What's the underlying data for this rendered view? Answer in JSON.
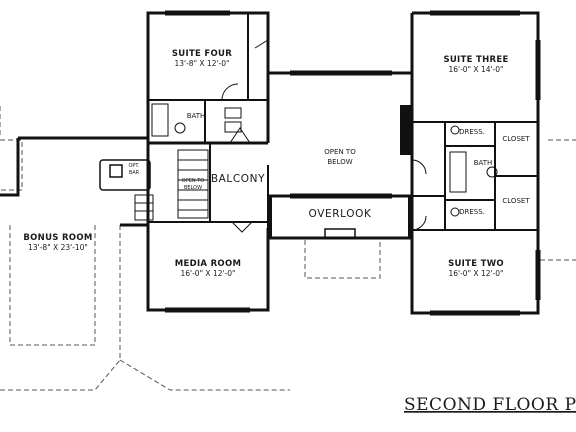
{
  "plan": {
    "title": "SECOND FLOOR PLA",
    "rooms": {
      "suite_four": {
        "name": "SUITE FOUR",
        "dims": "13'-8\" X 12'-0\""
      },
      "suite_three": {
        "name": "SUITE THREE",
        "dims": "16'-0\" X 14'-0\""
      },
      "suite_two": {
        "name": "SUITE TWO",
        "dims": "16'-0\" X 12'-0\""
      },
      "media_room": {
        "name": "MEDIA ROOM",
        "dims": "16'-0\" X 12'-0\""
      },
      "bonus_room": {
        "name": "BONUS ROOM",
        "dims": "13'-8\" X 23'-10\""
      },
      "bath_suite_four": "BATH",
      "bath_right": "BATH",
      "balcony": "BALCONY",
      "overlook": "OVERLOOK",
      "open_to_below_line1": "OPEN TO",
      "open_to_below_line2": "BELOW",
      "stair_open_line1": "OPEN TO",
      "stair_open_line2": "BELOW",
      "opt_bar_line1": "OPT.",
      "opt_bar_line2": "BAR",
      "dress_top": "DRESS.",
      "dress_bottom": "DRESS.",
      "closet_top": "CLOSET",
      "closet_bottom": "CLOSET"
    }
  }
}
